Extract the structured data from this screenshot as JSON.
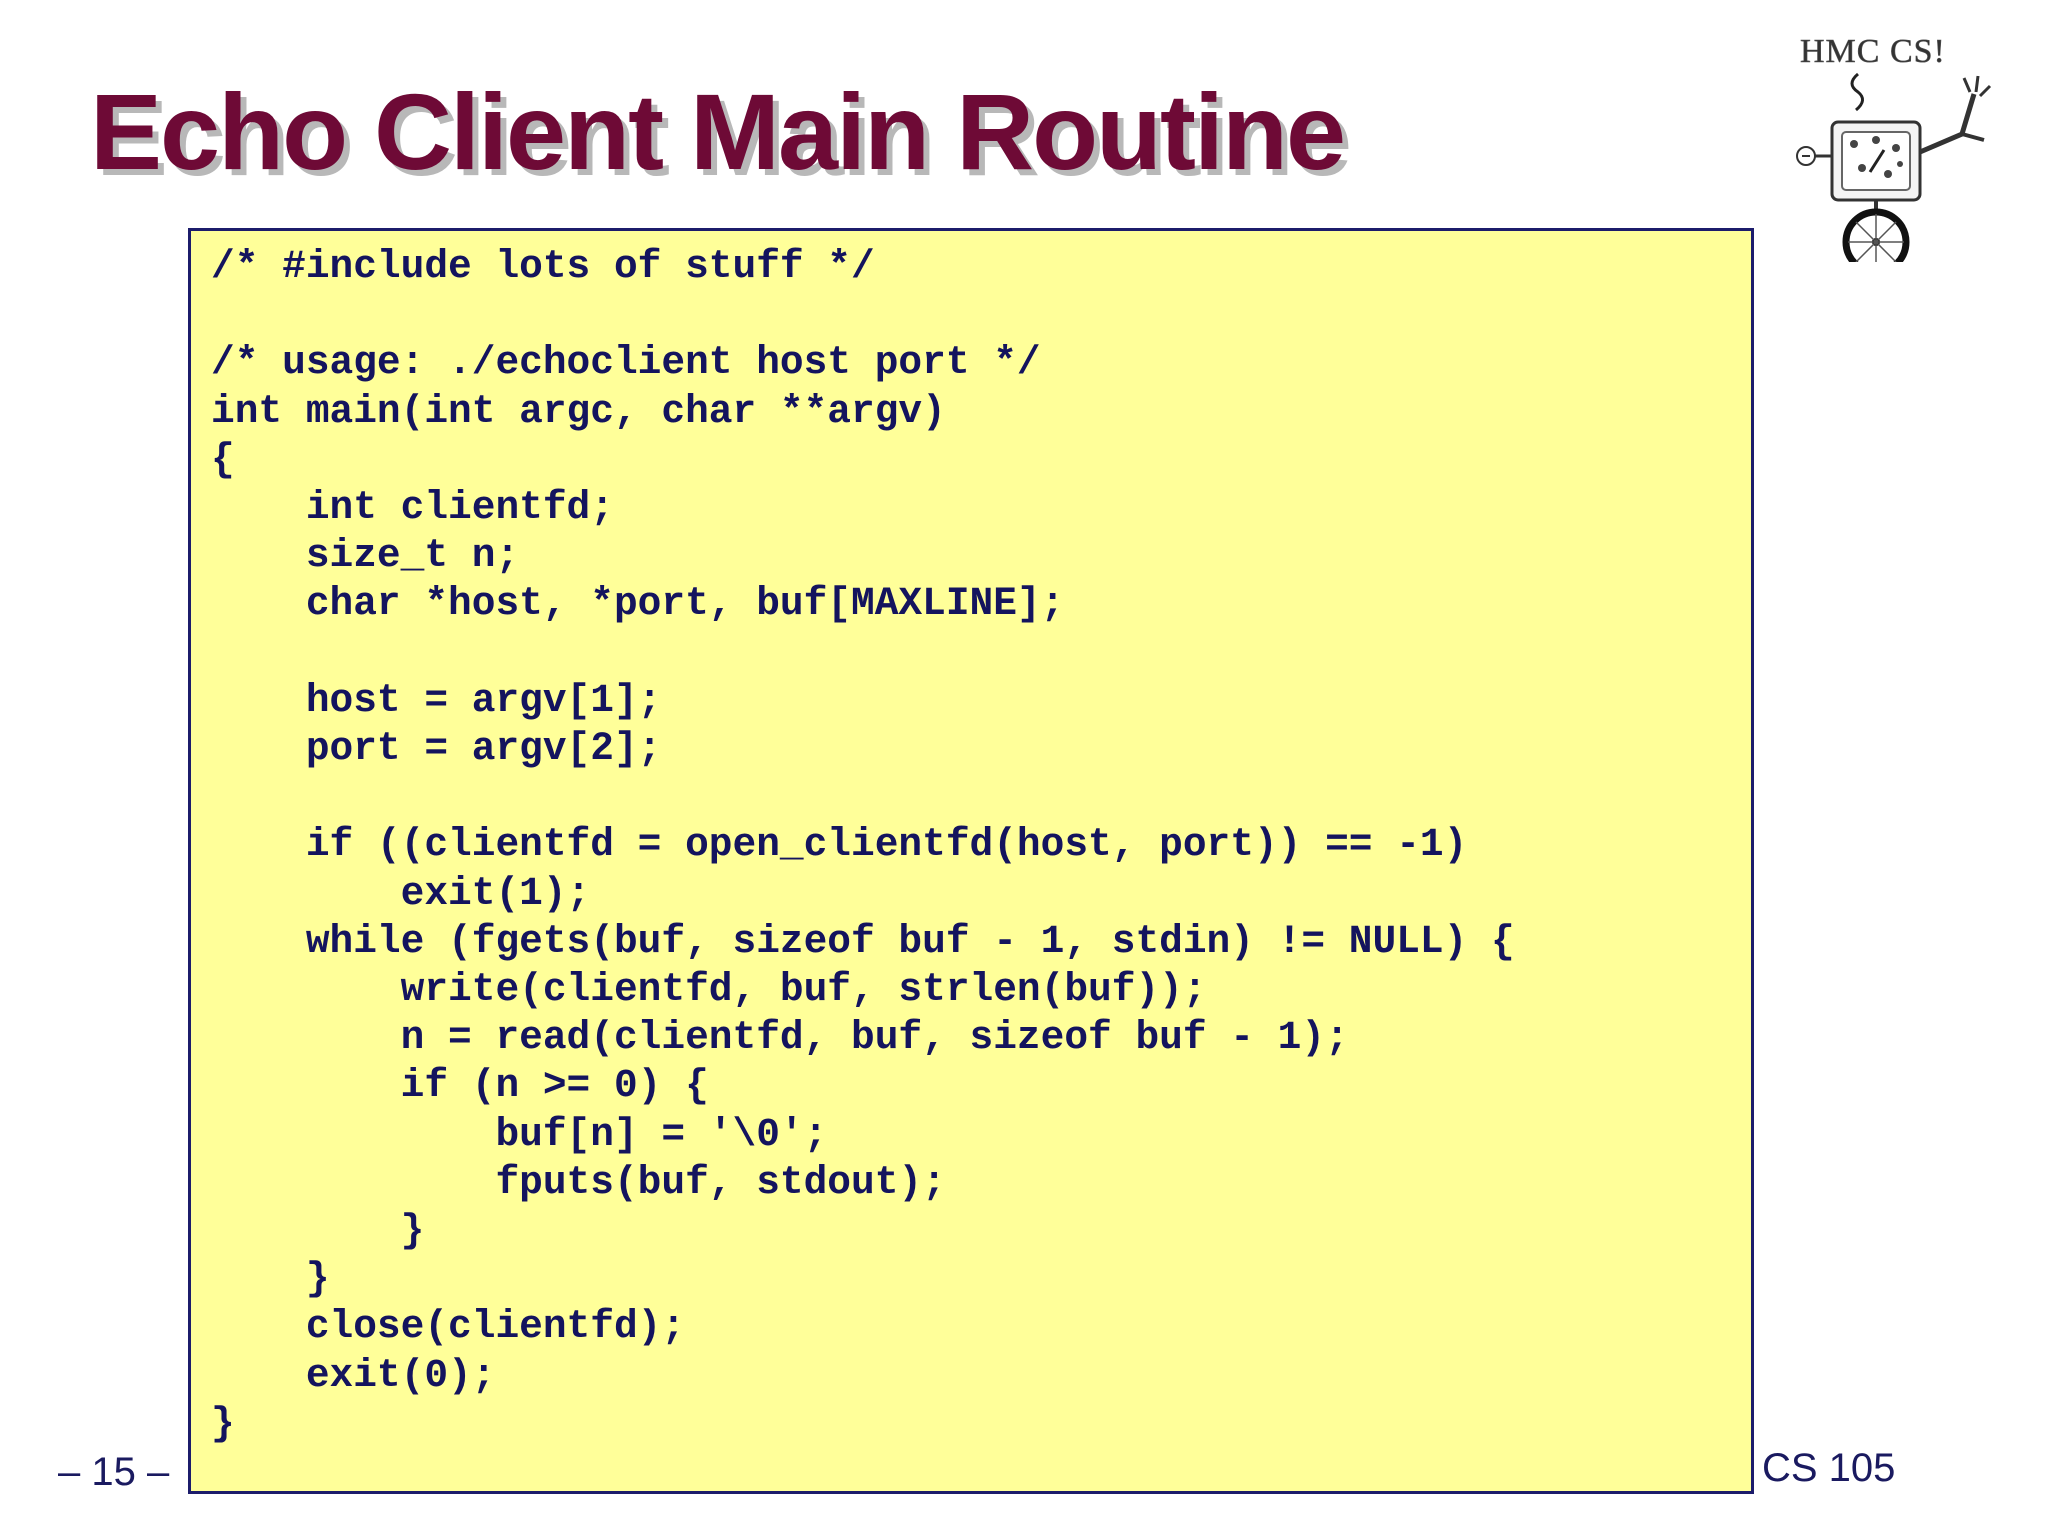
{
  "slide": {
    "title": "Echo Client Main Routine",
    "page_number": "– 15 –",
    "course": "CS 105"
  },
  "logo": {
    "text": "HMC CS!"
  },
  "code": {
    "text": "/* #include lots of stuff */\n\n/* usage: ./echoclient host port */\nint main(int argc, char **argv)\n{\n    int clientfd;\n    size_t n;\n    char *host, *port, buf[MAXLINE];\n\n    host = argv[1];\n    port = argv[2];\n\n    if ((clientfd = open_clientfd(host, port)) == -1)\n        exit(1);\n    while (fgets(buf, sizeof buf - 1, stdin) != NULL) {\n        write(clientfd, buf, strlen(buf));\n        n = read(clientfd, buf, sizeof buf - 1);\n        if (n >= 0) {\n            buf[n] = '\\0';\n            fputs(buf, stdout);\n        }\n    }\n    close(clientfd);\n    exit(0);\n}"
  },
  "colors": {
    "title": "#6e0a36",
    "code_background": "#ffff99",
    "code_text": "#14145e",
    "border": "#1c1c6b"
  }
}
